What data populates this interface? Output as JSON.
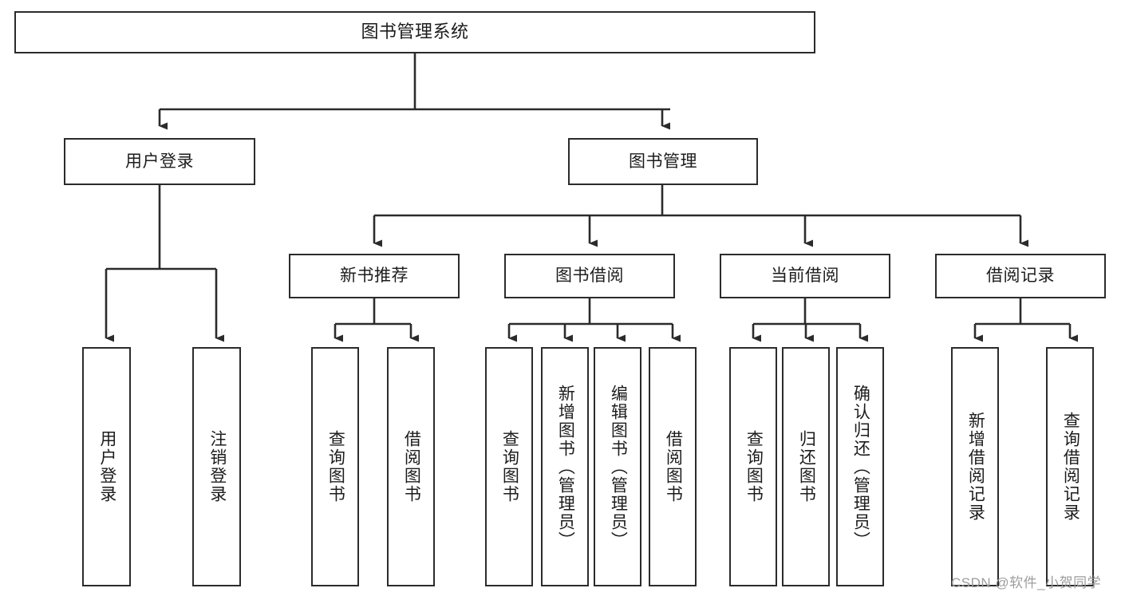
{
  "diagram": {
    "title": "图书管理系统",
    "type": "tree-hierarchy-chart",
    "orientation": "top-down",
    "line_color": "#2b2b2b",
    "box_fill": "#ffffff",
    "text_color": "#1c1c1c"
  },
  "nodes": {
    "root": {
      "label": "图书管理系统"
    },
    "level1": [
      {
        "label": "用户登录"
      },
      {
        "label": "图书管理"
      }
    ],
    "level2": [
      {
        "label": "新书推荐"
      },
      {
        "label": "图书借阅"
      },
      {
        "label": "当前借阅"
      },
      {
        "label": "借阅记录"
      }
    ],
    "leaves": {
      "user_login": [
        {
          "label": "用户登录"
        },
        {
          "label": "注销登录"
        }
      ],
      "new_book_recommend": [
        {
          "label": "查询图书"
        },
        {
          "label": "借阅图书"
        }
      ],
      "book_borrow": [
        {
          "label": "查询图书"
        },
        {
          "label": "新增图书（管理员）"
        },
        {
          "label": "编辑图书（管理员）"
        },
        {
          "label": "借阅图书"
        }
      ],
      "current_borrow": [
        {
          "label": "查询图书"
        },
        {
          "label": "归还图书"
        },
        {
          "label": "确认归还（管理员）"
        }
      ],
      "borrow_records": [
        {
          "label": "新增借阅记录"
        },
        {
          "label": "查询借阅记录"
        }
      ]
    }
  },
  "watermark": {
    "text": "CSDN @软件_小贺同学"
  }
}
